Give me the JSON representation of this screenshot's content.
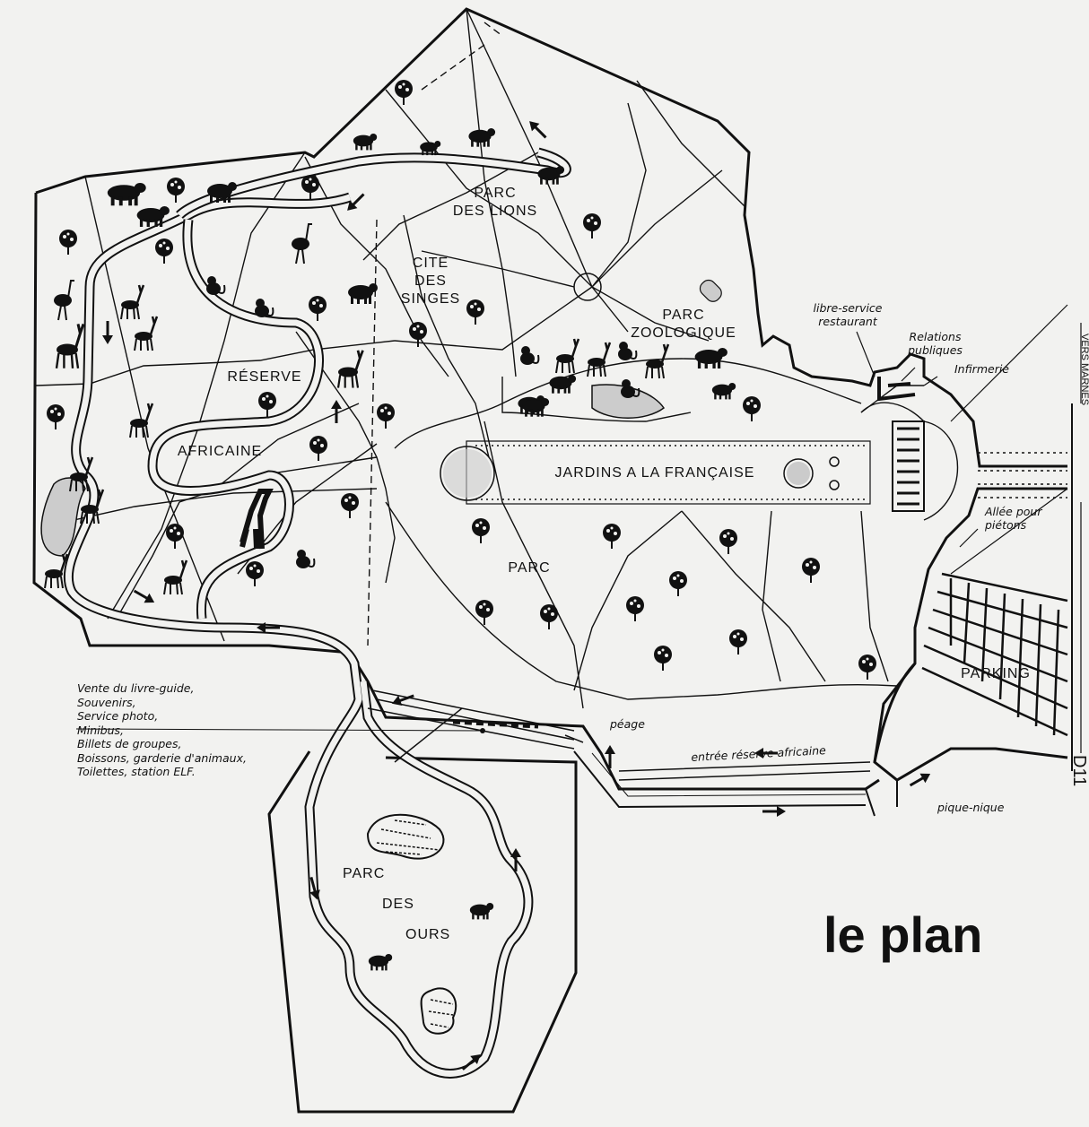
{
  "title": "le plan",
  "zones": {
    "parc_des_lions": [
      "PARC",
      "DES LIONS"
    ],
    "cite_des_singes": [
      "CITE",
      "DES",
      "SINGES"
    ],
    "parc_zoologique": [
      "PARC",
      "ZOOLOGIQUE"
    ],
    "reserve": "RÉSERVE",
    "africaine": "AFRICAINE",
    "jardins": "JARDINS A LA FRANÇAISE",
    "parc": "PARC",
    "parking": "PARKING",
    "parc_des_ours": [
      "PARC",
      "DES",
      "OURS"
    ]
  },
  "annotations": {
    "libre_service": [
      "libre-service",
      "restaurant"
    ],
    "relations": [
      "Relations",
      "publiques"
    ],
    "infirmerie": "Infirmerie",
    "allee": [
      "Allée pour",
      "piétons"
    ],
    "peage": "péage",
    "entree": "entrée réserve africaine",
    "pique_nique": "pique-nique",
    "road_d11": "D11",
    "edge_vers": "VERS MARNES"
  },
  "services": [
    "Vente du livre-guide,",
    "Souvenirs,",
    "Service photo,",
    "Minibus,",
    "Billets de groupes,",
    "Boissons, garderie d'animaux,",
    "Toilettes, station ELF."
  ],
  "icons": [
    "tree-icon",
    "elephant-icon",
    "rhino-icon",
    "giraffe-icon",
    "zebra-icon",
    "antelope-icon",
    "ostrich-icon",
    "lion-icon",
    "monkey-icon",
    "bear-icon",
    "bison-icon",
    "direction-arrow-icon"
  ]
}
